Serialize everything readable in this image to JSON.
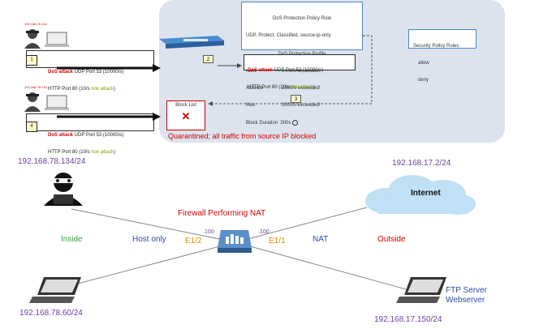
{
  "top": {
    "attacker1_ip": "192.168.78.134",
    "attacker2_ip": "192.168.78.134",
    "attack_lines": [
      {
        "label": "DoS attack",
        "rest": " UDP Port 53 (10000/s)"
      },
      {
        "label": "HTTP Port 80 (10/s ",
        "status": "non attack",
        "end": ")"
      }
    ],
    "policy_box": {
      "title": "DoS Protection Policy Rule",
      "line2": "UDP, Protect, Classified, source-ip-only",
      "profile_title": "DoS Protection Profile",
      "rows": [
        {
          "name": "Alert",
          "value": "1000/s",
          "state": "exceeded!"
        },
        {
          "name": "Activate",
          "value": "2000/s",
          "state": "exceeded!"
        },
        {
          "name": "Max",
          "value": "3000/s",
          "state": "exceeded!"
        }
      ],
      "block_duration": "Block Duration  300s"
    },
    "security_box": {
      "title": "Security Policy Rules",
      "allow": "allow",
      "deny": "deny"
    },
    "steps": [
      "1",
      "2",
      "3",
      "4"
    ],
    "block_list_label": "Block List",
    "block_mark": "✕",
    "quarantine_text": "Quarantined; all traffic from source IP blocked"
  },
  "bottom": {
    "attacker_ip": "192.168.78.134/24",
    "laptop_left_ip": "192.168.78.60/24",
    "internet_ip": "192.168.17.2/24",
    "ftp_ip": "192.168.17.150/24",
    "internet_label": "Internet",
    "firewall_title": "Firewall Performing NAT",
    "inside": "Inside",
    "host_only": "Host only",
    "e12": "E1/2",
    "e11": "E1/1",
    "nat": "NAT",
    "outside": "Outside",
    "dot100_left": ".100",
    "dot100_right": ".100",
    "ftp_label1": "FTP Server",
    "ftp_label2": "Webserver"
  },
  "colors": {
    "red": "#d40000",
    "purple": "#6a3fa0",
    "green": "#3ca03c",
    "blue_text": "#2a4aa8",
    "orange": "#e08a00",
    "cloud": "#bfe0f5"
  }
}
